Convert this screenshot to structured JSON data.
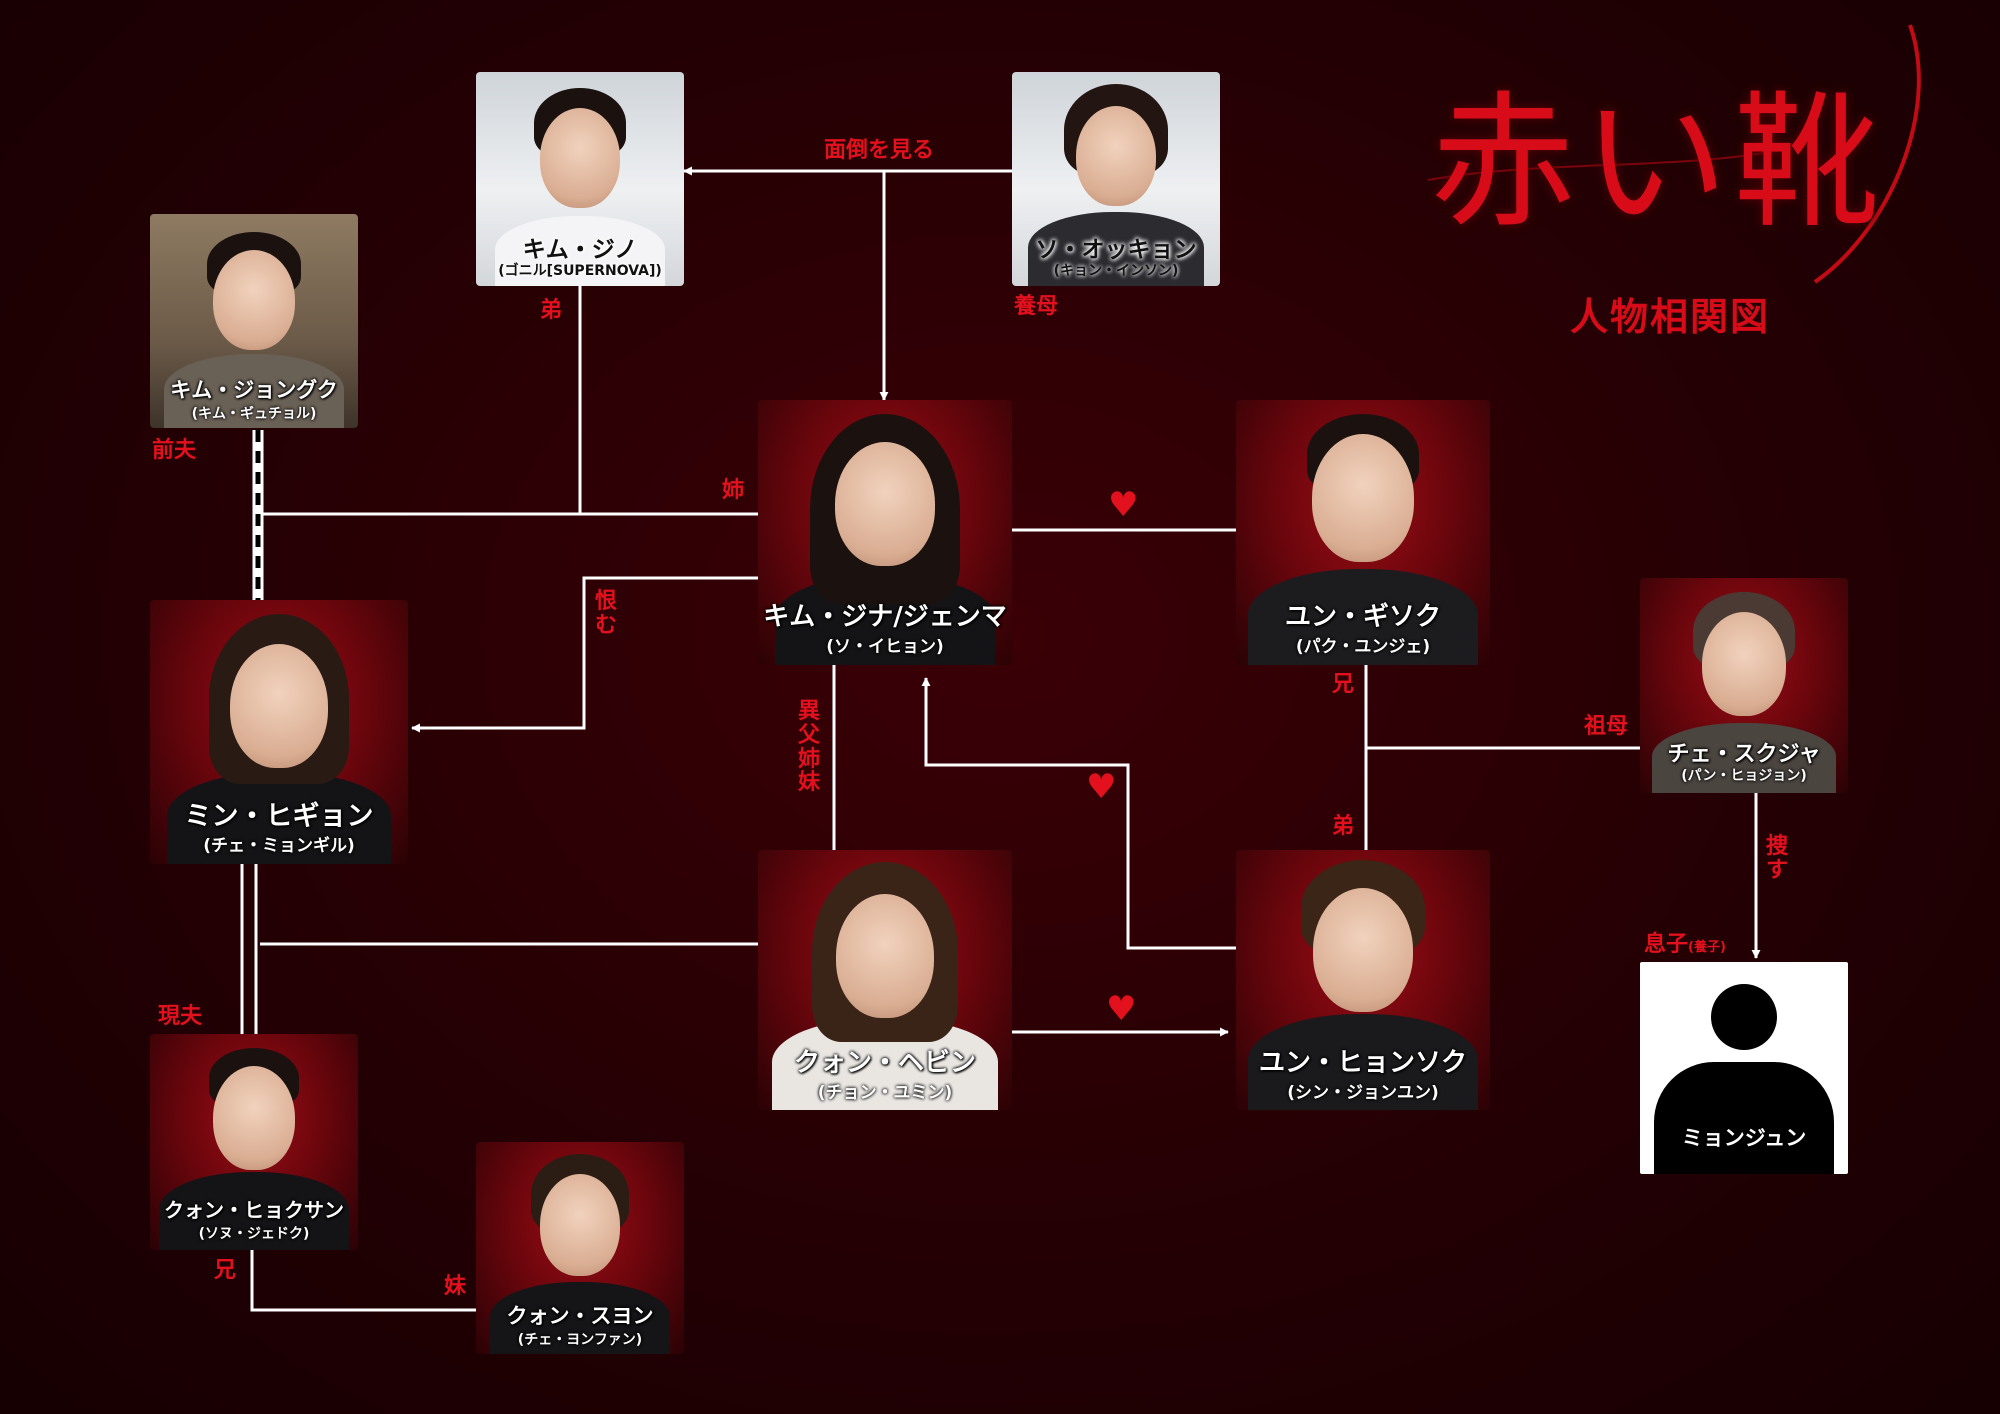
{
  "title": {
    "main": "赤い靴",
    "sub": "人物相関図"
  },
  "characters": {
    "jino": {
      "name": "キム・ジノ",
      "actor": "(ゴニル[SUPERNOVA])"
    },
    "okkyon": {
      "name": "ソ・オッキョン",
      "actor": "(キョン・インソン)"
    },
    "jongguk": {
      "name": "キム・ジョングク",
      "actor": "(キム・ギュチョル)"
    },
    "jina": {
      "name": "キム・ジナ/ジェンマ",
      "actor": "(ソ・イヒョン)"
    },
    "gisok": {
      "name": "ユン・ギソク",
      "actor": "(パク・ユンジェ)"
    },
    "higyon": {
      "name": "ミン・ヒギョン",
      "actor": "(チェ・ミョンギル)"
    },
    "sukja": {
      "name": "チェ・スクジャ",
      "actor": "(パン・ヒョジョン)"
    },
    "hebin": {
      "name": "クォン・ヘビン",
      "actor": "(チョン・ユミン)"
    },
    "hyonsok": {
      "name": "ユン・ヒョンソク",
      "actor": "(シン・ジョンユン)"
    },
    "hyoksan": {
      "name": "クォン・ヒョクサン",
      "actor": "(ソヌ・ジェドク)"
    },
    "suyon": {
      "name": "クォン・スヨン",
      "actor": "(チェ・ヨンファン)"
    },
    "myonjun": {
      "name": "ミョンジュン"
    }
  },
  "relations": {
    "mendo": "面倒を見る",
    "otouto1": "弟",
    "yobo": "養母",
    "zenpu": "前夫",
    "ane": "姉",
    "uramu": "恨む",
    "ifu": "異父姉妹",
    "ani1": "兄",
    "sobo": "祖母",
    "otouto2": "弟",
    "sagasu": "捜す",
    "musuko": "息子",
    "musuko_note": "(養子)",
    "genpu": "現夫",
    "ani2": "兄",
    "imouto": "妹"
  },
  "colors": {
    "accent": "#e3101d",
    "line": "#ffffff",
    "background": "#240004"
  },
  "icons": {
    "love": "heart-icon",
    "unknown": "person-silhouette-icon"
  }
}
